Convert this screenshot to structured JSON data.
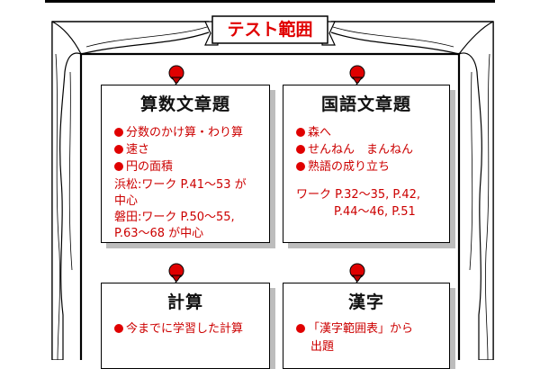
{
  "header": {
    "title": "テスト範囲"
  },
  "cards": {
    "math_word": {
      "title": "算数文章題",
      "bullets": [
        "分数のかけ算・わり算",
        "速さ",
        "円の面積"
      ],
      "notes": [
        "浜松:ワーク P.41～53 が",
        "中心",
        "磐田:ワーク P.50～55,",
        "P.63～68 が中心"
      ]
    },
    "japanese_word": {
      "title": "国語文章題",
      "bullets": [
        "森へ",
        "せんねん　まんねん",
        "熟語の成り立ち"
      ],
      "notes": [
        "ワーク P.32～35, P.42,",
        "P.44～46, P.51"
      ]
    },
    "calc": {
      "title": "計算",
      "bullets": [
        "今までに学習した計算"
      ]
    },
    "kanji": {
      "title": "漢字",
      "bullets": [
        "「漢字範囲表」から"
      ],
      "notes": [
        "出題"
      ]
    }
  },
  "icons": {
    "pin": "pushpin-icon",
    "bullet": "red-dot-icon"
  },
  "colors": {
    "accent": "#e00000",
    "text": "#111111",
    "shadow": "#bdbdbd"
  }
}
